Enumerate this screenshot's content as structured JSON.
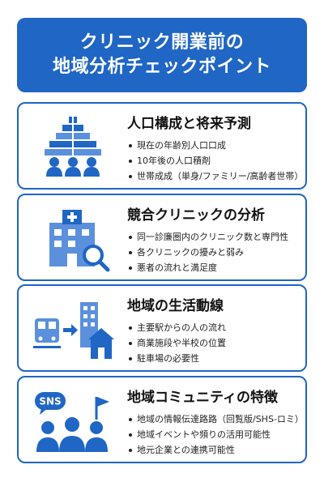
{
  "header": {
    "line1": "クリニック開業前の",
    "line2": "地域分析チェックポイント"
  },
  "colors": {
    "primary": "#1f66c5",
    "light": "#5b90dc"
  },
  "cards": [
    {
      "title": "人口構成と将来予測",
      "icon": "population-pyramid-people-icon",
      "items": [
        "現在の年齢別人口口成",
        "10年後の人口積剤",
        "世帯成成（単身/ファミリー/高齢者世帯）"
      ]
    },
    {
      "title": "競合クリニックの分析",
      "icon": "hospital-search-icon",
      "items": [
        "同一診廉圏内のクリニック数と専門性",
        "各クリニックの擾みと弱み",
        "悪者の流れと満足度"
      ]
    },
    {
      "title": "地域の生活動線",
      "icon": "train-building-house-icon",
      "items": [
        "主要駅からの人の流れ",
        "商業施段や半校の位置",
        "駐車場の必要性"
      ]
    },
    {
      "title": "地域コミュニティの特徴",
      "icon": "community-sns-icon",
      "sns_label": "SNS",
      "items": [
        "地域の情報伝達路路（回覧版/SHS-ロミ）",
        "地域イベントや頻りの活用可能性",
        "地元企業との連携可能性"
      ]
    }
  ]
}
